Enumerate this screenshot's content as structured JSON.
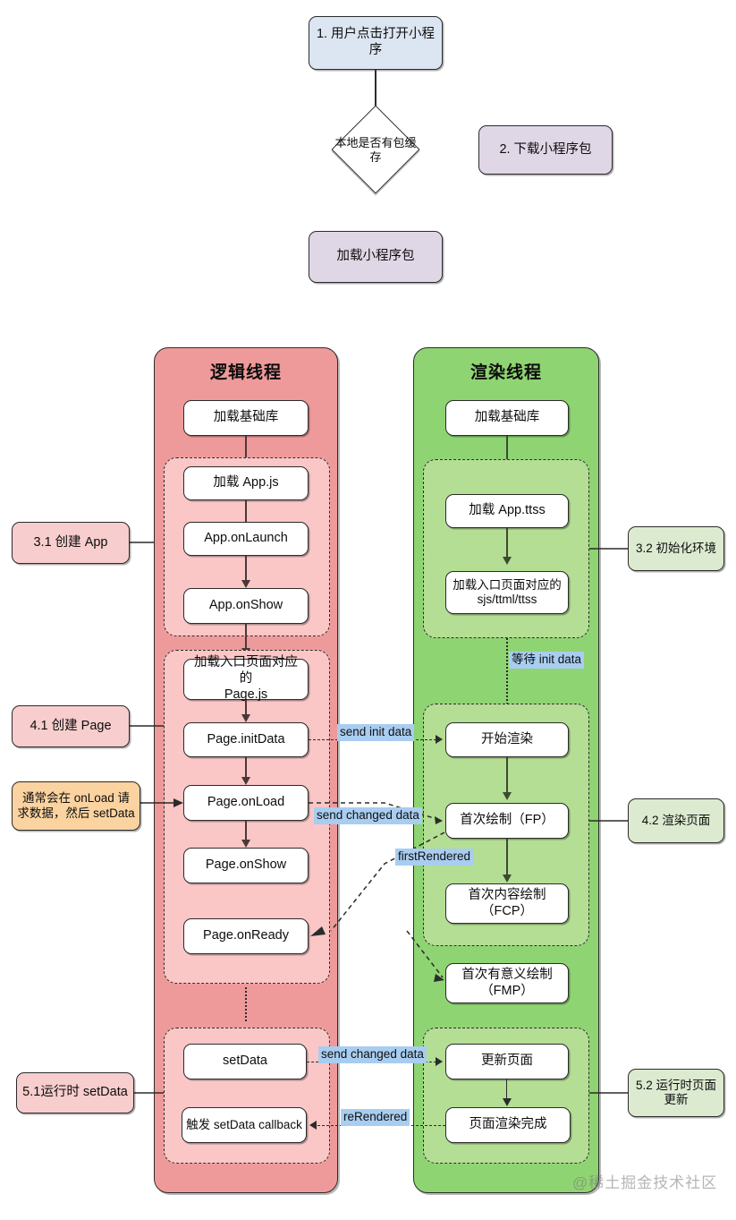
{
  "diagram": {
    "title_watermark": "@稀土掘金技术社区",
    "top_flow": {
      "step1": "1. 用户点击打开小程序",
      "decision": "本地是否有包缓存",
      "step2": "2. 下载小程序包",
      "step3": "加载小程序包"
    },
    "lanes": {
      "logic": {
        "title": "逻辑线程",
        "base_lib": "加载基础库",
        "app_group": {
          "load_app_js": "加载 App.js",
          "on_launch": "App.onLaunch",
          "on_show": "App.onShow"
        },
        "page_group": {
          "load_page_js": "加载入口页面对应的\nPage.js",
          "init_data": "Page.initData",
          "on_load": "Page.onLoad",
          "on_show": "Page.onShow",
          "on_ready": "Page.onReady"
        },
        "runtime_group": {
          "set_data": "setData",
          "set_data_callback": "触发 setData callback"
        }
      },
      "render": {
        "title": "渲染线程",
        "base_lib": "加载基础库",
        "init_group": {
          "load_app_ttss": "加载 App.ttss",
          "load_entry_assets": "加载入口页面对应的\nsjs/ttml/ttss"
        },
        "render_group": {
          "start_render": "开始渲染",
          "fp": "首次绘制（FP）",
          "fcp": "首次内容绘制\n（FCP）"
        },
        "fmp": "首次有意义绘制\n（FMP）",
        "update_group": {
          "update_page": "更新页面",
          "render_done": "页面渲染完成"
        }
      }
    },
    "edge_labels": {
      "wait_init_data": "等待 init data",
      "send_init_data": "send init data",
      "send_changed_data": "send changed data",
      "first_rendered": "firstRendered",
      "send_changed_data_2": "send changed data",
      "re_rendered": "reRendered"
    },
    "left_annotations": [
      {
        "id": "create-app",
        "text": "3.1 创建 App"
      },
      {
        "id": "create-page",
        "text": "4.1 创建 Page"
      },
      {
        "id": "onload-tip",
        "text": "通常会在 onLoad 请\n求数据，然后 setData"
      },
      {
        "id": "runtime-setdata",
        "text": "5.1运行时 setData"
      }
    ],
    "right_annotations": [
      {
        "id": "init-env",
        "text": "3.2 初始化环境"
      },
      {
        "id": "render-page",
        "text": "4.2 渲染页面"
      },
      {
        "id": "runtime-update",
        "text": "5.2 运行时页面\n更新"
      }
    ],
    "colors": {
      "logic_lane": "#ef9a9a",
      "render_lane": "#8fd472",
      "logic_group": "#fac6c6",
      "render_group": "#b3de93",
      "step1_fill": "#dce6f2",
      "package_fill": "#e0d7e6",
      "annotation_pink": "#f7cdcd",
      "annotation_orange": "#fbd3a0",
      "annotation_green": "#dcead0",
      "edge_label_bg": "#a8cdf0"
    }
  }
}
